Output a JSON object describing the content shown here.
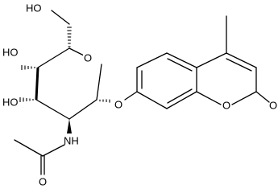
{
  "molecule": {
    "atom_labels": {
      "ring_oxygen": "O",
      "glycosidic_oxygen": "O",
      "lactone_oxygen": "O",
      "carbonyl_oxygen": "O",
      "amide_oxygen": "O",
      "amide_nitrogen": "NH",
      "hydroxyl_c4": "HO",
      "hydroxyl_c3": "HO",
      "hydroxyl_c6": "HO"
    }
  }
}
